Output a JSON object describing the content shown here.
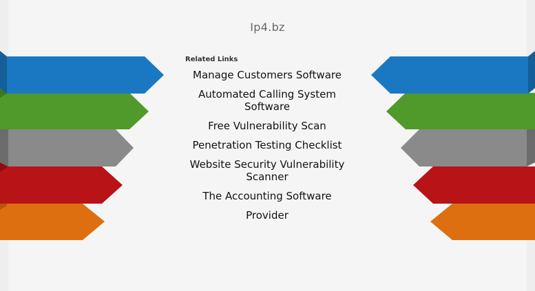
{
  "site": {
    "domain": "Ip4.bz"
  },
  "related_links": {
    "heading": "Related Links",
    "items": [
      {
        "label": "Manage Customers Software"
      },
      {
        "label": "Automated Calling System Software"
      },
      {
        "label": "Free Vulnerability Scan"
      },
      {
        "label": "Penetration Testing Checklist"
      },
      {
        "label": "Website Security Vulnerability Scanner"
      },
      {
        "label": "The Accounting Software"
      },
      {
        "label": "Provider"
      }
    ]
  },
  "ribbon_colors": {
    "blue": "#1a78c2",
    "green": "#4f9a2a",
    "gray": "#8a8a8a",
    "red": "#b81317",
    "orange": "#dd6f10"
  }
}
